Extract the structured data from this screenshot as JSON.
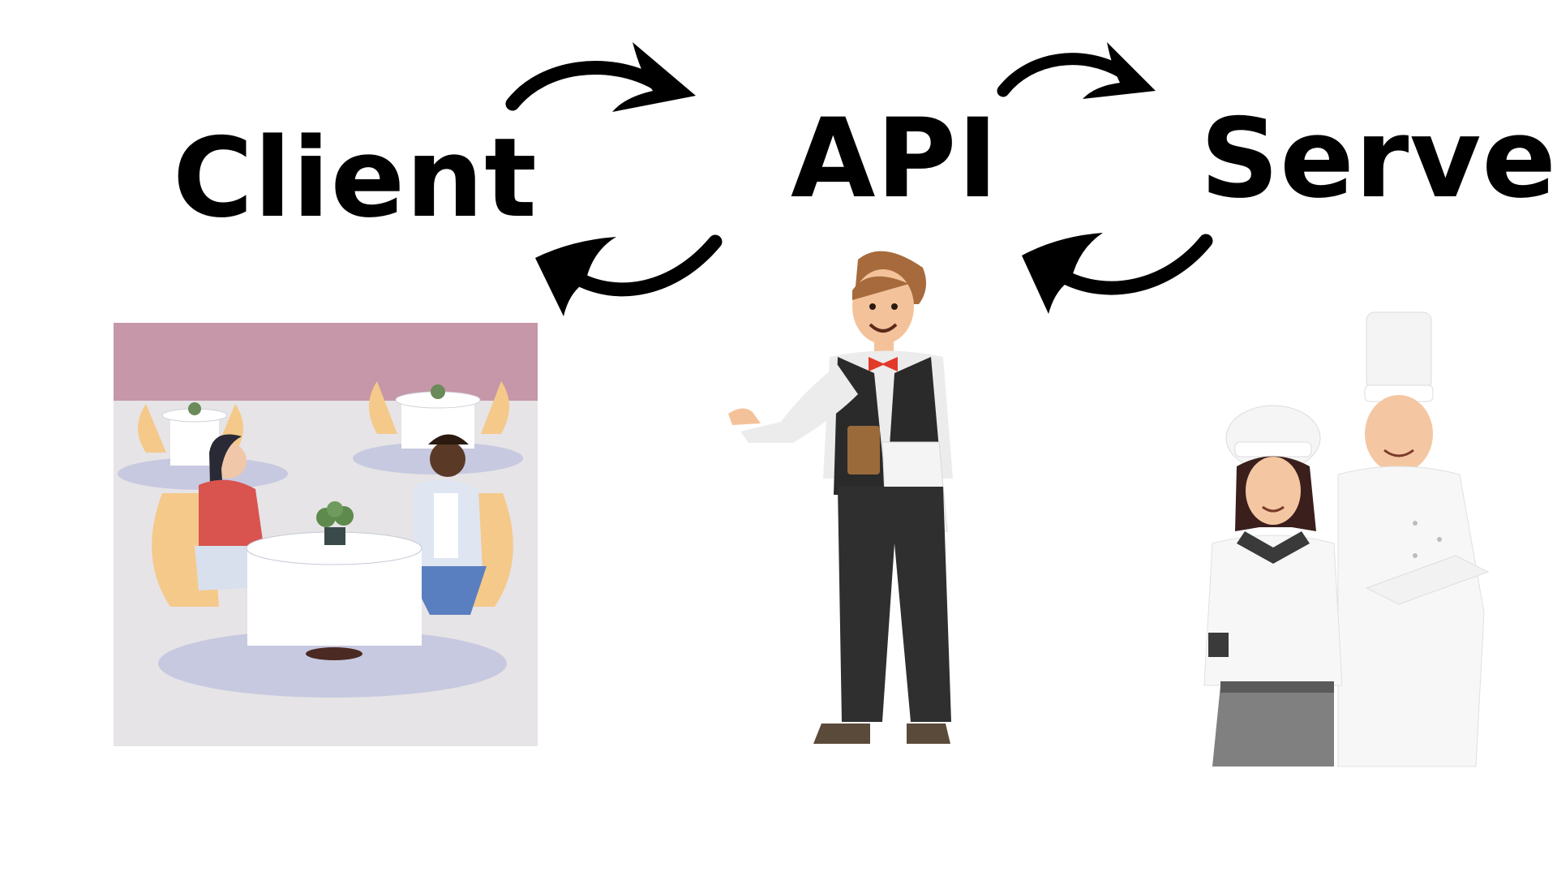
{
  "labels": {
    "client": "Client",
    "api": "API",
    "server": "Server"
  },
  "icons": {
    "client": "restaurant-customers-illustration",
    "api": "waiter-illustration",
    "server": "chefs-illustration",
    "arrows": "curved-arrow-icon"
  },
  "colors": {
    "text": "#000000",
    "arrow": "#000000",
    "background": "#ffffff",
    "restaurant_wall": "#c597a8",
    "restaurant_floor": "#e6e4e6"
  }
}
